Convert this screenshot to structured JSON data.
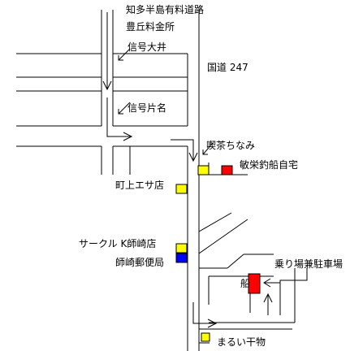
{
  "labels": {
    "toll_road": "知多半島有料道路",
    "toyooka_toll": "豊丘料金所",
    "signal_oi": "信号大井",
    "signal_katana": "信号片名",
    "route_247": "国道 247",
    "kissa_chinami": "喫茶ちなみ",
    "keiei_home": "敏栄釣船自宅",
    "machiue_esa": "町上エサ店",
    "circle_k": "サークル K師崎店",
    "post_office": "師崎郵便局",
    "pier_parking": "乗り場兼駐車場",
    "boat": "船",
    "marui_himono": "まるい干物"
  },
  "colors": {
    "road_line": "#000000",
    "marker_yellow": "#ffff00",
    "marker_red": "#ff0000",
    "marker_blue": "#0000ff"
  }
}
